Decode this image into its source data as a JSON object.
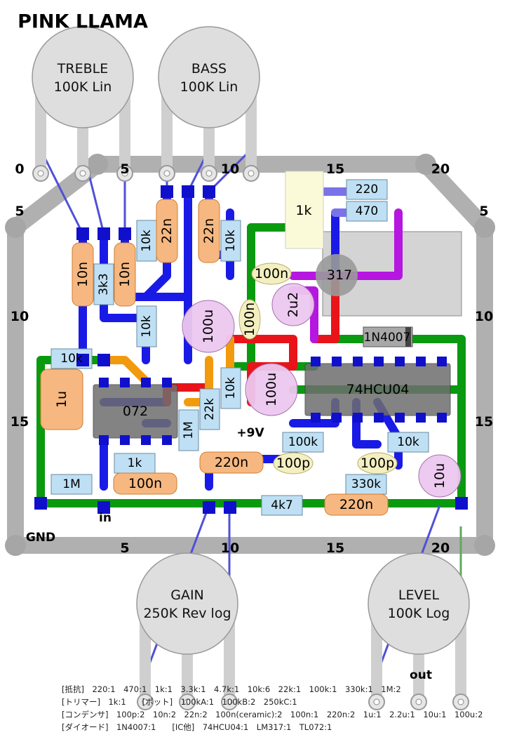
{
  "title": "PINK LLAMA",
  "columns": {
    "top": [
      {
        "label": "0",
        "col": 0
      },
      {
        "label": "5",
        "col": 5
      },
      {
        "label": "10",
        "col": 10
      },
      {
        "label": "15",
        "col": 15
      },
      {
        "label": "20",
        "col": 20
      }
    ],
    "bottom": [
      {
        "label": "5",
        "col": 5
      },
      {
        "label": "10",
        "col": 10
      },
      {
        "label": "15",
        "col": 15
      },
      {
        "label": "20",
        "col": 20
      }
    ]
  },
  "rows": [
    {
      "label": "5",
      "row": 5
    },
    {
      "label": "10",
      "row": 10
    },
    {
      "label": "15",
      "row": 15
    }
  ],
  "pots": {
    "treble": {
      "name": "TREBLE",
      "value": "100K Lin"
    },
    "bass": {
      "name": "BASS",
      "value": "100K Lin"
    },
    "gain": {
      "name": "GAIN",
      "value": "250K Rev log"
    },
    "level": {
      "name": "LEVEL",
      "value": "100K Log"
    }
  },
  "resistors": [
    {
      "label": "220",
      "id": "r220"
    },
    {
      "label": "470",
      "id": "r470"
    },
    {
      "label": "10k",
      "id": "r10k_a"
    },
    {
      "label": "3k3",
      "id": "r3k3"
    },
    {
      "label": "10k",
      "id": "r10k_b"
    },
    {
      "label": "10k",
      "id": "r10k_c"
    },
    {
      "label": "10k",
      "id": "r10k_d"
    },
    {
      "label": "10k",
      "id": "r10k_e"
    },
    {
      "label": "22k",
      "id": "r22k"
    },
    {
      "label": "1M",
      "id": "r1m_a"
    },
    {
      "label": "1k",
      "id": "r1k"
    },
    {
      "label": "1M",
      "id": "r1m_b"
    },
    {
      "label": "100k",
      "id": "r100k"
    },
    {
      "label": "10k",
      "id": "r10k_f"
    },
    {
      "label": "330k",
      "id": "r330k"
    },
    {
      "label": "4k7",
      "id": "r4k7"
    }
  ],
  "caps_film": [
    {
      "label": "22n",
      "id": "c22n_a"
    },
    {
      "label": "22n",
      "id": "c22n_b"
    },
    {
      "label": "10n",
      "id": "c10n_a"
    },
    {
      "label": "10n",
      "id": "c10n_b"
    },
    {
      "label": "1u",
      "id": "c1u"
    },
    {
      "label": "220n",
      "id": "c220n_a"
    },
    {
      "label": "100n",
      "id": "c100n_a"
    },
    {
      "label": "220n",
      "id": "c220n_b"
    }
  ],
  "caps_ceramic": [
    {
      "label": "100n",
      "id": "cc100n_a"
    },
    {
      "label": "100n",
      "id": "cc100n_b"
    },
    {
      "label": "100p",
      "id": "cc100p_a"
    },
    {
      "label": "100p",
      "id": "cc100p_b"
    }
  ],
  "caps_electrolytic": [
    {
      "label": "100u",
      "id": "e100u_a"
    },
    {
      "label": "100u",
      "id": "e100u_b"
    },
    {
      "label": "2u2",
      "id": "e2u2"
    },
    {
      "label": "10u",
      "id": "e10u"
    }
  ],
  "trimmer": {
    "label": "1k"
  },
  "regulator": {
    "label": "317"
  },
  "diode": {
    "label": "1N4007"
  },
  "ics": {
    "dual_opamp": "072",
    "hex_inverter": "74HCU04"
  },
  "io_labels": {
    "power": "+9V",
    "input": "in",
    "ground": "GND",
    "output": "out"
  },
  "legend": [
    "[抵抗]　220:1　470:1　1k:1　3.3k:1　4.7k:1　10k:6　22k:1　100k:1　330k:1　1M:2",
    "[トリマー]　1k:1　　[ポット]　100kA:1　100kB:2　250kC:1",
    "[コンデンサ]　100p:2　10n:2　22n:2　100n(ceramic):2　100n:1　220n:2　1u:1　2.2u:1　10u:1　100u:2",
    "[ダイオード]　1N4007:1　　[IC他]　74HCU04:1　LM317:1　TL072:1"
  ],
  "colors": {
    "wire_blue": "#1a1ae6",
    "wire_green": "#0a9a10",
    "wire_red": "#e8141a",
    "wire_orange": "#f29a0e",
    "wire_purple": "#b516e0",
    "wire_lilac": "#7a72e8",
    "pad_blue": "#1010cc",
    "board_frame": "#b0b0b0",
    "resistor_body": "#bfe0f4",
    "film_cap_body": "#f6b880",
    "ceramic_body": "#f4efc0",
    "electrolytic_body": "#edc8ef",
    "ic_body": "#6e6e6e",
    "pot_body": "#dedede",
    "pad_violet": "#8a4fa8"
  }
}
